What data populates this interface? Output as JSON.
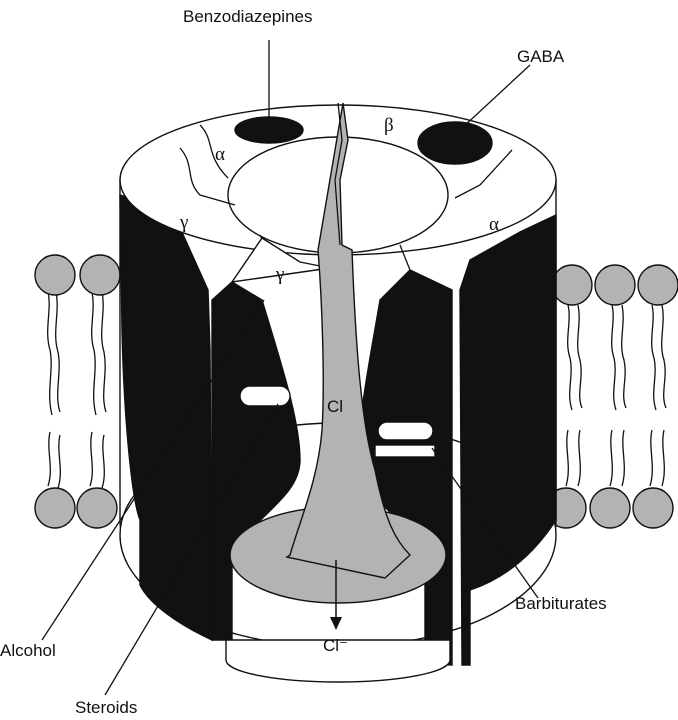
{
  "labels": {
    "benzodiazepines": "Benzodiazepines",
    "gaba": "GABA",
    "alcohol": "Alcohol",
    "steroids": "Steroids",
    "barbiturates": "Barbiturates",
    "cl_inside": "Cl",
    "cl_outside": "Cl⁻"
  },
  "subunits": {
    "alpha_left": "α",
    "beta": "β",
    "gamma_outer": "γ",
    "alpha_right": "α",
    "gamma_inner": "γ"
  },
  "colors": {
    "protein_dark": "#111111",
    "channel_gray": "#b3b3b3",
    "lipid_head_gray": "#b3b3b3",
    "background": "#ffffff"
  }
}
